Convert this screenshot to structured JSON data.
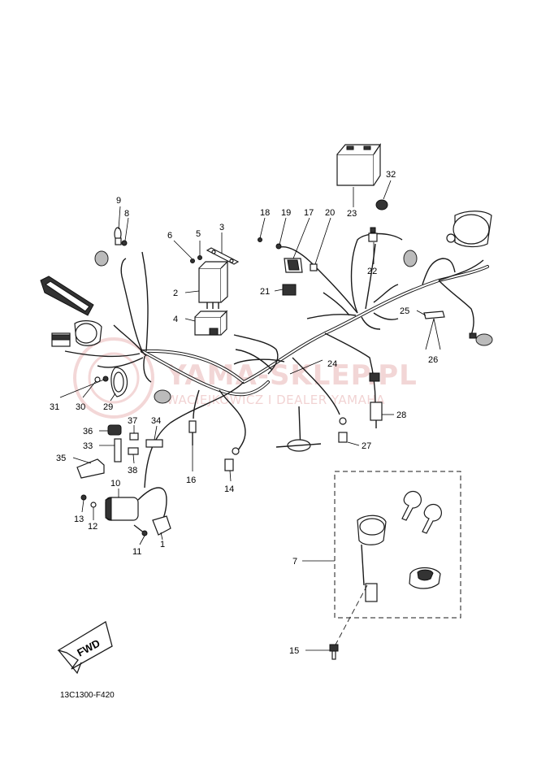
{
  "diagram_code": "13C1300-F420",
  "fwd_label": "FWD",
  "watermark": {
    "line1": "YAMA-SKLEP.PL",
    "line2": "WACIEJKOWICZ I DEALER YAMAHA"
  },
  "callouts": {
    "c1": "1",
    "c2": "2",
    "c3": "3",
    "c4": "4",
    "c5": "5",
    "c6": "6",
    "c7": "7",
    "c8": "8",
    "c9": "9",
    "c10": "10",
    "c11": "11",
    "c12": "12",
    "c13": "13",
    "c14": "14",
    "c15": "15",
    "c16": "16",
    "c17": "17",
    "c18": "18",
    "c19": "19",
    "c20": "20",
    "c21": "21",
    "c22": "22",
    "c23": "23",
    "c24": "24",
    "c25": "25",
    "c26": "26",
    "c27": "27",
    "c28": "28",
    "c29": "29",
    "c30": "30",
    "c31": "31",
    "c32": "32",
    "c33": "33",
    "c34": "34",
    "c35": "35",
    "c36": "36",
    "c37": "37",
    "c38": "38"
  },
  "colors": {
    "line": "#1a1a1a",
    "watermark": "#e9b6b6"
  }
}
